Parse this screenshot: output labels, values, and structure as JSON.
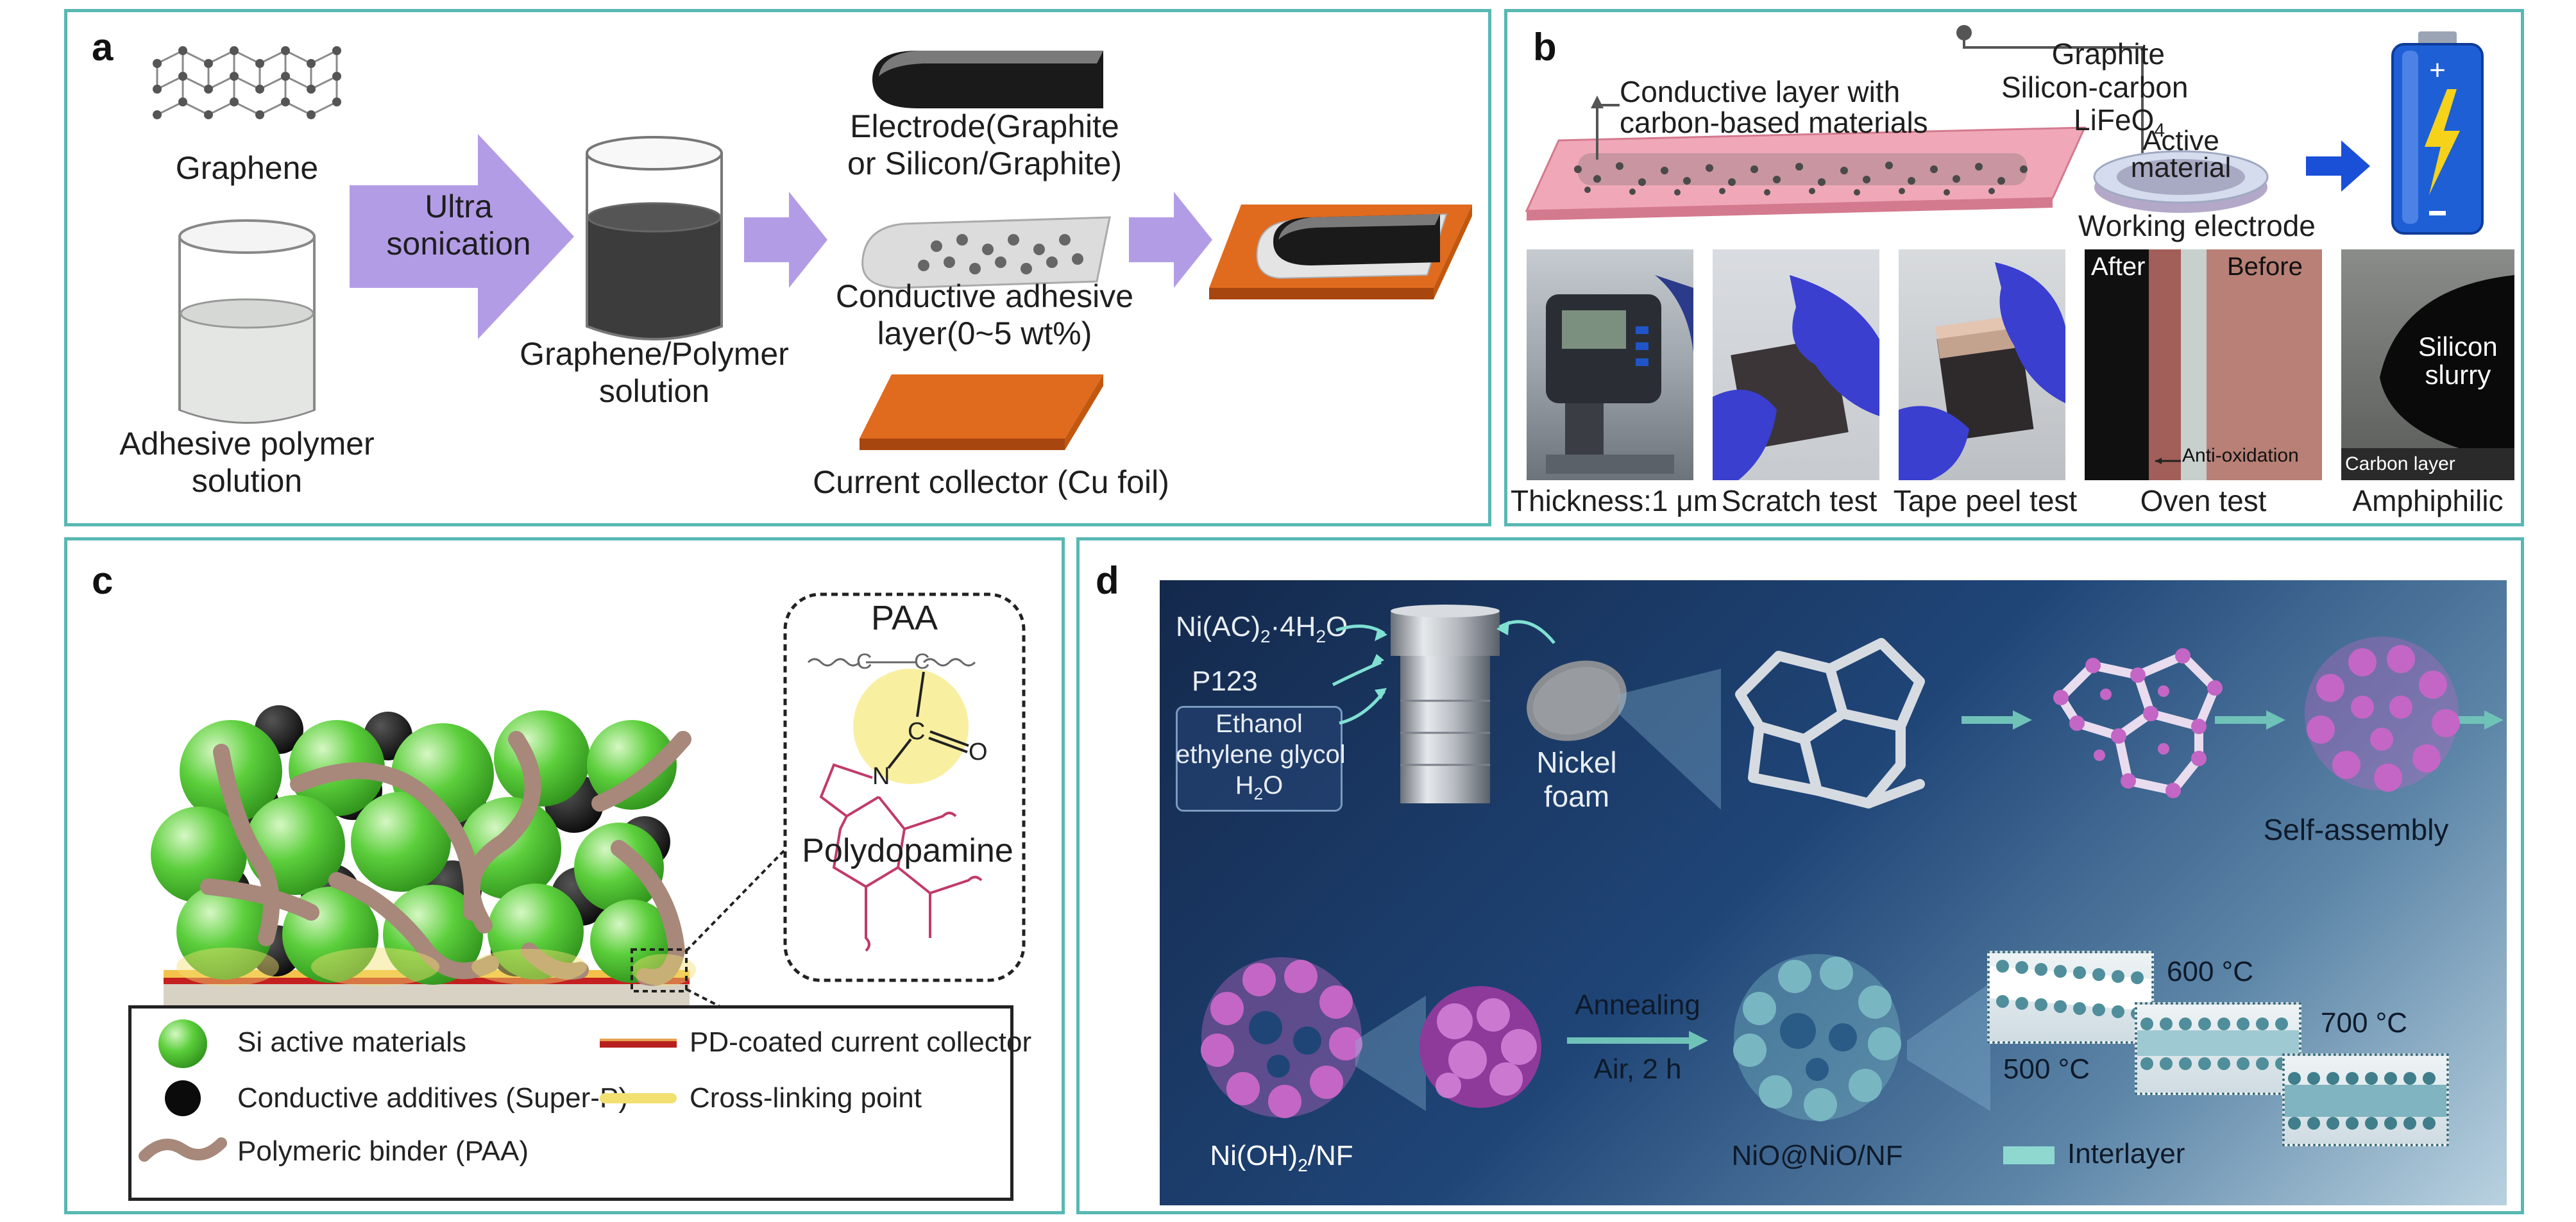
{
  "panel_a": {
    "label": "a",
    "graphene": "Graphene",
    "adhesive": [
      "Adhesive polymer",
      "solution"
    ],
    "arrow_text": [
      "Ultra",
      "sonication"
    ],
    "graphene_polymer": [
      "Graphene/Polymer",
      "solution"
    ],
    "electrode": [
      "Electrode(Graphite",
      "or Silicon/Graphite)"
    ],
    "conductive_adhesive": [
      "Conductive adhesive",
      "layer(0~5 wt%)"
    ],
    "current_collector": "Current collector (Cu foil)"
  },
  "panel_b": {
    "label": "b",
    "conductive_layer": [
      "Conductive layer with",
      "carbon-based materials"
    ],
    "materials": [
      "Graphite",
      "Silicon-carbon",
      "LiFeO"
    ],
    "materials_sub": "4",
    "active_material": [
      "Active",
      "material"
    ],
    "working_electrode": "Working electrode",
    "captions": [
      "Thickness:1 μm",
      "Scratch test",
      "Tape peel test",
      "Oven test",
      "Amphiphilic"
    ],
    "oven_after": "After",
    "oven_before": "Before",
    "anti_oxidation": "Anti-oxidation",
    "silicon_slurry": [
      "Silicon",
      "slurry"
    ],
    "carbon_layer": "Carbon layer"
  },
  "panel_c": {
    "label": "c",
    "paa": "PAA",
    "polydopamine": "Polydopamine",
    "legend": {
      "si": "Si active materials",
      "pd": "PD-coated current collector",
      "conductive": "Conductive additives (Super-P)",
      "crosslink": "Cross-linking point",
      "binder": "Polymeric binder (PAA)"
    }
  },
  "panel_d": {
    "label": "d",
    "ni_ac": "Ni(AC)",
    "ni_ac_sub": "2",
    "ni_ac_rest": "·4H",
    "ni_ac_sub2": "2",
    "ni_ac_end": "O",
    "p123": "P123",
    "solvents": [
      "Ethanol",
      "ethylene glycol",
      "H"
    ],
    "water_sub": "2",
    "water_end": "O",
    "nickel_foam": [
      "Nickel",
      "foam"
    ],
    "self_assembly": "Self-assembly",
    "annealing": [
      "Annealing",
      "Air, 2 h"
    ],
    "nioh": "Ni(OH)",
    "nioh_sub": "2",
    "nioh_end": "/NF",
    "nio": "NiO@NiO/NF",
    "interlayer": "Interlayer",
    "t500": "500 °C",
    "t600": "600 °C",
    "t700": "700 °C"
  },
  "colors": {
    "border": "#58b8b3",
    "arrow_purple": "#b39ce6",
    "copper": "#e06a1e",
    "si_green": "#5ccf3c",
    "binder": "#a7887a",
    "panel_d_bg": "#1c3a66",
    "pink_cluster": "#c466c6",
    "teal_cluster": "#78b6c2"
  }
}
